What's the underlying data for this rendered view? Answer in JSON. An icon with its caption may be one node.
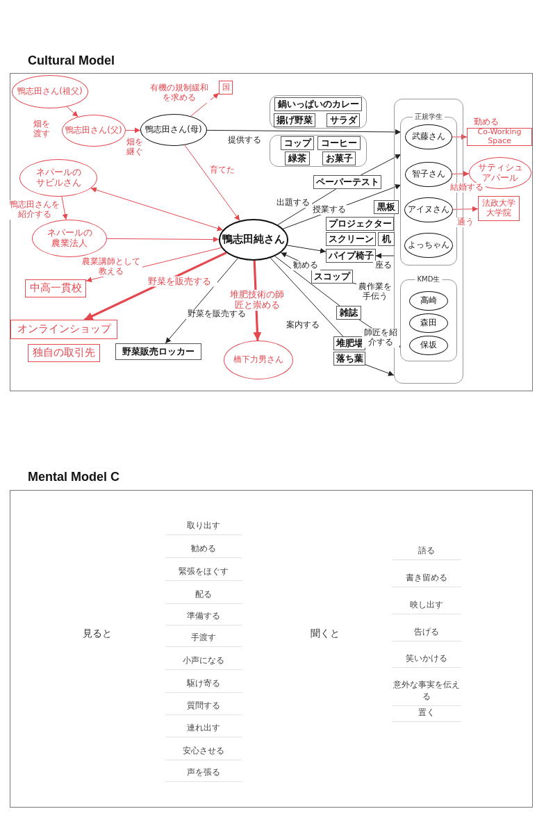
{
  "diagram": {
    "title": "Cultural Model",
    "nodes": [
      {
        "text": [
          "鴨志田さん(祖父)"
        ]
      },
      {
        "text": [
          "鴨志田さん(父)"
        ]
      },
      {
        "text": [
          "鴨志田さん(母)"
        ]
      },
      {
        "text": [
          "国"
        ]
      },
      {
        "text": [],
        "shape": "box"
      },
      {
        "text": [
          "正規学生"
        ],
        "in": 4
      },
      {
        "text": [
          "武藤さん"
        ],
        "in": 5
      },
      {
        "text": [
          "智子さん"
        ],
        "in": 5
      },
      {
        "text": [
          "アイヌさん"
        ],
        "in": 5
      },
      {
        "text": [
          "よっちゃん"
        ],
        "in": 5
      },
      {
        "text": [
          "KMD生"
        ],
        "in": 4
      },
      {
        "text": [
          "高崎"
        ],
        "in": 10
      },
      {
        "text": [
          "森田"
        ],
        "in": 10
      },
      {
        "text": [
          "保坂"
        ],
        "in": 10
      },
      {
        "text": [],
        "shape": "box"
      },
      {
        "text": [
          "鍋いっぱいのカレー"
        ],
        "in": 14
      },
      {
        "text": [
          "揚げ野菜"
        ],
        "in": 14
      },
      {
        "text": [
          "サラダ"
        ],
        "in": 14
      },
      {
        "text": [],
        "shape": "box"
      },
      {
        "text": [
          "コップ"
        ],
        "in": 18
      },
      {
        "text": [
          "コーヒー"
        ],
        "in": 18
      },
      {
        "text": [
          "緑茶"
        ],
        "in": 18
      },
      {
        "text": [
          "お菓子"
        ],
        "in": 18
      },
      {
        "text": [
          "Co-Working Space"
        ]
      },
      {
        "text": [
          "サティシュアパール"
        ]
      },
      {
        "text": [
          "法政大学大学院"
        ]
      },
      {
        "text": [
          "ネパールのサビルさん"
        ]
      },
      {
        "text": [
          "ネパールの農業法人"
        ]
      },
      {
        "text": [
          "鴨志田純さん"
        ]
      },
      {
        "text": [
          "ペーパーテスト"
        ]
      },
      {
        "text": [
          "黒板"
        ]
      },
      {
        "text": [
          "プロジェクター"
        ]
      },
      {
        "text": [
          "スクリーン"
        ]
      },
      {
        "text": [
          "机"
        ]
      },
      {
        "text": [
          "パイプ椅子"
        ]
      },
      {
        "text": [
          "スコップ"
        ]
      },
      {
        "text": [
          "雑誌"
        ]
      },
      {
        "text": [
          "堆肥場"
        ]
      },
      {
        "text": [
          "落ち葉"
        ]
      },
      {
        "text": [
          "中高一貫校"
        ]
      },
      {
        "text": [
          "オンラインショップ"
        ]
      },
      {
        "text": [
          "独自の取引先"
        ]
      },
      {
        "text": [
          "野菜販売ロッカー"
        ]
      },
      {
        "text": [
          "橋下力男さん"
        ]
      }
    ],
    "edges": [
      {
        "from": 0,
        "to": 1,
        "arrow": "to",
        "label": "畑を渡す",
        "color": "#e5474f"
      },
      {
        "from": 1,
        "to": 2,
        "arrow": "to",
        "label": "畑を継ぐ",
        "color": "#e5474f"
      },
      {
        "from": 2,
        "to": 3,
        "arrow": "to",
        "label": "有機の規制緩和を求める",
        "color": "#e5474f"
      },
      {
        "from": 2,
        "to": 28,
        "arrow": "to",
        "label": "育てた",
        "color": "#e5474f"
      },
      {
        "from": 2,
        "to": 5,
        "arrow": "to",
        "label": "提供する",
        "color": "#222222"
      },
      {
        "from": 26,
        "to": 28,
        "arrow": "both",
        "color": "#e5474f"
      },
      {
        "from": 26,
        "to": 27,
        "arrow": "to",
        "label": "鴨志田さんを紹介する",
        "color": "#e5474f"
      },
      {
        "from": 27,
        "to": 28,
        "arrow": "to",
        "color": "#e5474f"
      },
      {
        "from": 28,
        "to": 39,
        "arrow": "to",
        "label": "農業講師として教える",
        "color": "#e5474f"
      },
      {
        "from": 28,
        "to": 40,
        "arrow": "to",
        "label": "野菜を販売する",
        "style": "thick",
        "color": "#e5474f"
      },
      {
        "from": 28,
        "to": 42,
        "arrow": "to",
        "label": "野菜を販売する",
        "color": "#222222"
      },
      {
        "from": 28,
        "to": 43,
        "arrow": "to",
        "label": "堆肥技術の師匠と崇める",
        "style": "thick",
        "color": "#e5474f"
      },
      {
        "from": 28,
        "to": 29,
        "arrow": "none",
        "label": "出題する",
        "color": "#222222"
      },
      {
        "from": 29,
        "to": 5,
        "arrow": "to",
        "color": "#222222"
      },
      {
        "from": 28,
        "to": 5,
        "arrow": "to",
        "label": "授業する",
        "color": "#222222"
      },
      {
        "from": 28,
        "to": 34,
        "arrow": "to",
        "label": "勧める",
        "color": "#222222"
      },
      {
        "from": 4,
        "to": 34,
        "arrow": "to",
        "label": "座る",
        "color": "#222222"
      },
      {
        "from": 4,
        "to": 35,
        "arrow": "none",
        "label": "農作業を手伝う",
        "color": "#222222"
      },
      {
        "from": 35,
        "to": 28,
        "arrow": "to",
        "color": "#222222"
      },
      {
        "from": 28,
        "to": 36,
        "arrow": "none",
        "color": "#222222"
      },
      {
        "from": 36,
        "to": 10,
        "arrow": "to",
        "label": "師匠を紹介する",
        "color": "#222222"
      },
      {
        "from": 28,
        "to": 37,
        "arrow": "none",
        "label": "案内する",
        "color": "#222222"
      },
      {
        "from": 38,
        "to": 4,
        "arrow": "to",
        "color": "#222222"
      },
      {
        "from": 6,
        "to": 23,
        "arrow": "to",
        "label": "勤める",
        "color": "#e5474f"
      },
      {
        "from": 7,
        "to": 24,
        "arrow": "to",
        "label": "結婚する",
        "color": "#e5474f"
      },
      {
        "from": 8,
        "to": 25,
        "arrow": "to",
        "label": "通う",
        "color": "#e5474f"
      }
    ],
    "labels": [
      "Mental Model C",
      "見ると",
      "取り出す",
      "勧める",
      "緊張をほぐす",
      "配る",
      "準備する",
      "手渡す",
      "小声になる",
      "駆け寄る",
      "質問する",
      "連れ出す",
      "安心させる",
      "声を張る",
      "聞くと",
      "語る",
      "書き留める",
      "映し出す",
      "告げる",
      "笑いかける",
      "意外な事実を伝える",
      "置く"
    ]
  }
}
